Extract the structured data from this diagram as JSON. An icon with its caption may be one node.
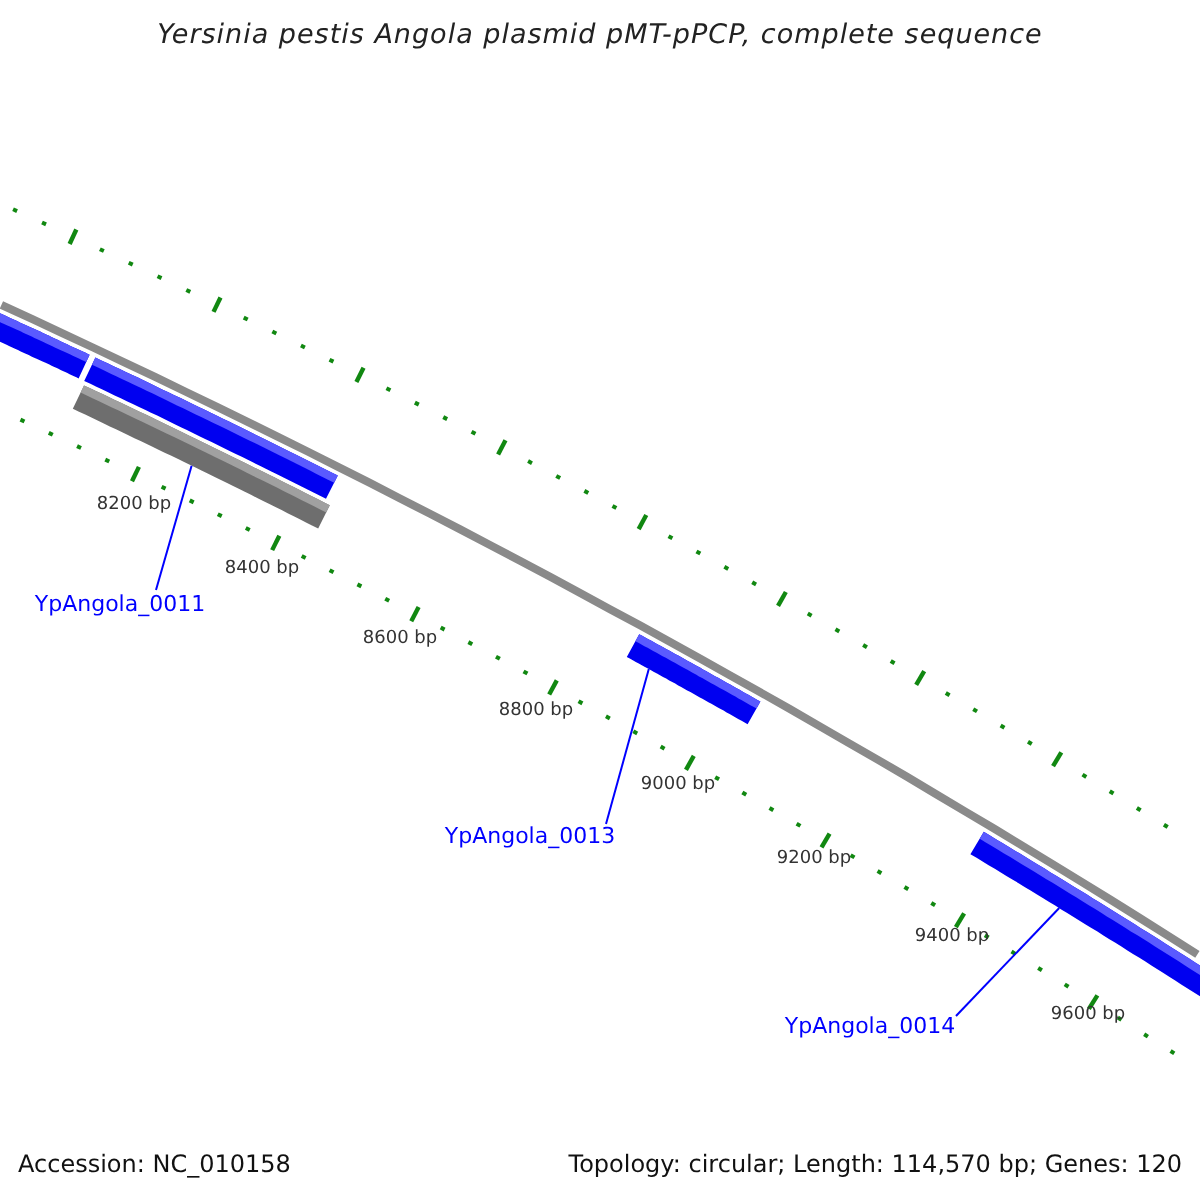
{
  "diagram": {
    "title": "Yersinia pestis Angola plasmid pMT-pPCP, complete sequence",
    "nodes": [
      {
        "text": [],
        "shape": "bar"
      },
      {
        "text": [],
        "shape": "bar"
      },
      {
        "text": [],
        "shape": "bar"
      },
      {
        "text": [
          "YpAngola_0011"
        ]
      },
      {
        "text": [],
        "shape": "bar"
      },
      {
        "text": [
          "YpAngola_0013"
        ]
      },
      {
        "text": [],
        "shape": "bar"
      },
      {
        "text": [
          "YpAngola_0014"
        ]
      }
    ],
    "edges": [
      {
        "from": 3,
        "to": 2,
        "arrow": "none"
      },
      {
        "from": 5,
        "to": 4,
        "arrow": "none"
      },
      {
        "from": 7,
        "to": 6,
        "arrow": "none"
      }
    ],
    "labels": [
      "8200 bp",
      "8400 bp",
      "8600 bp",
      "8800 bp",
      "9000 bp",
      "9200 bp",
      "9400 bp",
      "9600 bp",
      "Accession: NC_010158",
      "Topology: circular; Length: 114,570 bp; Genes: 120"
    ]
  }
}
